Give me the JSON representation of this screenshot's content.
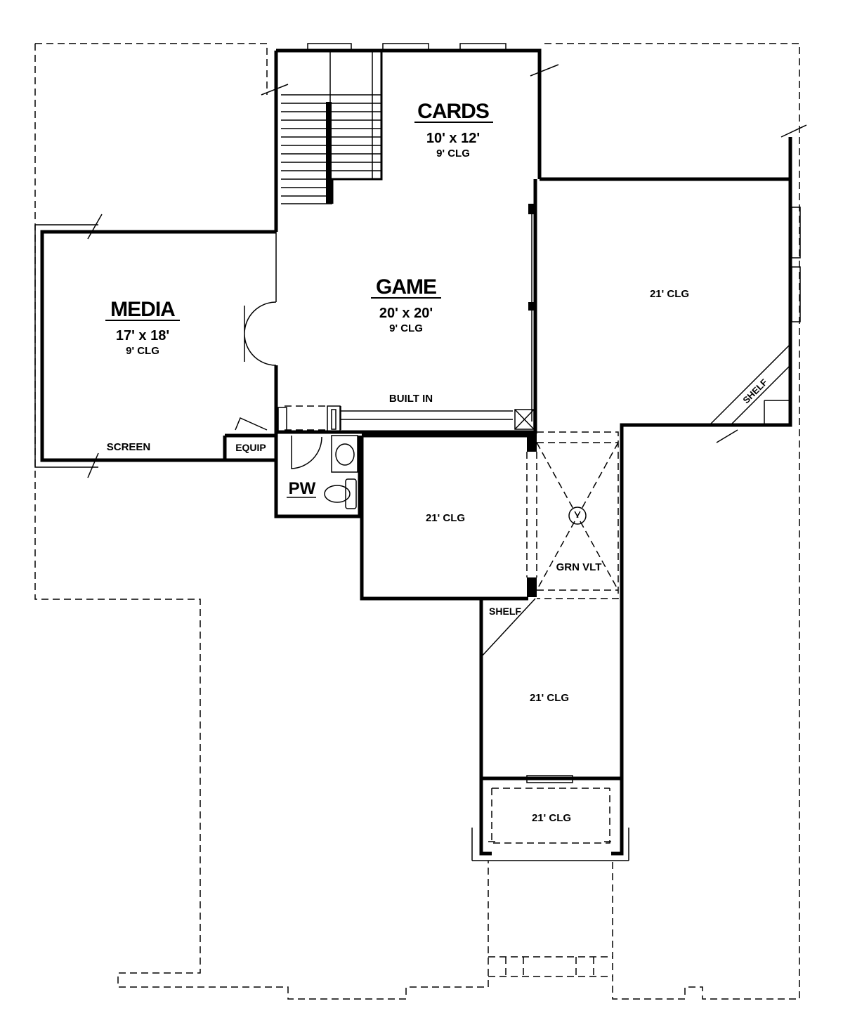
{
  "rooms": {
    "cards": {
      "name": "CARDS",
      "size": "10' x 12'",
      "ceiling": "9' CLG"
    },
    "game": {
      "name": "GAME",
      "size": "20' x 20'",
      "ceiling": "9' CLG"
    },
    "media": {
      "name": "MEDIA",
      "size": "17' x 18'",
      "ceiling": "9' CLG"
    },
    "right_room": {
      "ceiling": "21' CLG"
    },
    "center_room": {
      "ceiling": "21' CLG"
    },
    "lower_room": {
      "ceiling": "21' CLG"
    },
    "porch": {
      "ceiling": "21' CLG"
    },
    "powder": {
      "name": "PW"
    }
  },
  "labels": {
    "built_in": "BUILT IN",
    "screen": "SCREEN",
    "equip": "EQUIP",
    "grn_vlt": "GRN VLT",
    "shelf_right": "SHELF",
    "shelf_lower": "SHELF"
  }
}
